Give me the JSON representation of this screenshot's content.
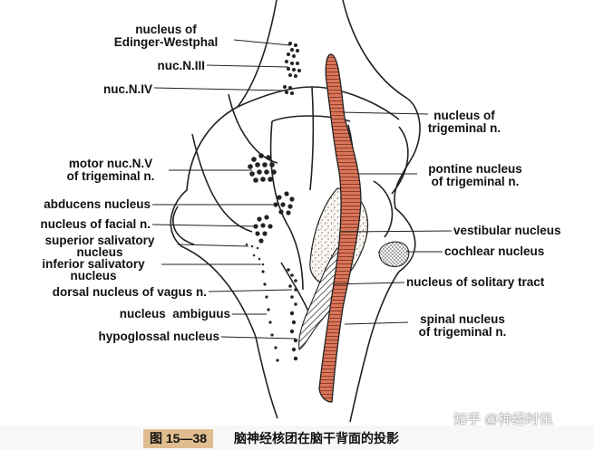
{
  "labels": {
    "edinger_westphal": "nucleus of\nEdinger-Westphal",
    "nuc_n_iii": "nuc.N.III",
    "nuc_n_iv": "nuc.N.IV",
    "motor_nuc_v": "motor nuc.N.V\nof trigeminal n.",
    "abducens": "abducens nucleus",
    "facial": "nucleus of facial n.",
    "superior_salivatory": "superior salivatory\nnucleus",
    "inferior_salivatory": "inferior salivatory\nnucleus",
    "dorsal_vagus": "dorsal nucleus of vagus n.",
    "ambiguus": "nucleus  ambiguus",
    "hypoglossal": "hypoglossal nucleus",
    "trigeminal_nucleus": "nucleus of\ntrigeminal n.",
    "pontine_nucleus": "pontine nucleus\nof trigeminal n.",
    "vestibular": "vestibular nucleus",
    "cochlear": "cochlear nucleus",
    "solitary": "nucleus of solitary tract",
    "spinal_trigeminal": "spinal nucleus\nof trigeminal n."
  },
  "caption": {
    "number": "图 15—38",
    "title": "脑神经核团在脑干背面的投影"
  },
  "watermark": "知乎 @神经时讯",
  "colors": {
    "trigeminal_fill": "#d9765a",
    "caption_tag": "#e0bd8e"
  }
}
